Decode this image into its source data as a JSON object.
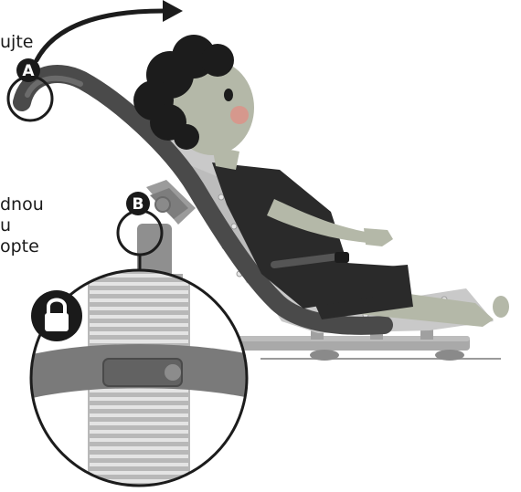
{
  "captions": {
    "top_fragment": "ujte",
    "middle_lines": [
      "dnou",
      "u",
      "opte"
    ]
  },
  "markers": {
    "a": "A",
    "b": "B"
  },
  "icons": {
    "arrow": "curved-arrow-icon",
    "lock": "lock-icon"
  },
  "colors": {
    "frame_dark": "#4a4a4a",
    "frame_mid": "#7a7a7a",
    "frame_light": "#a9a9a9",
    "skin": "#b4b8a8",
    "hair": "#1c1c1c",
    "clothes": "#2a2a2a",
    "cheek": "#d9958a",
    "badge": "#1a1a1a"
  }
}
